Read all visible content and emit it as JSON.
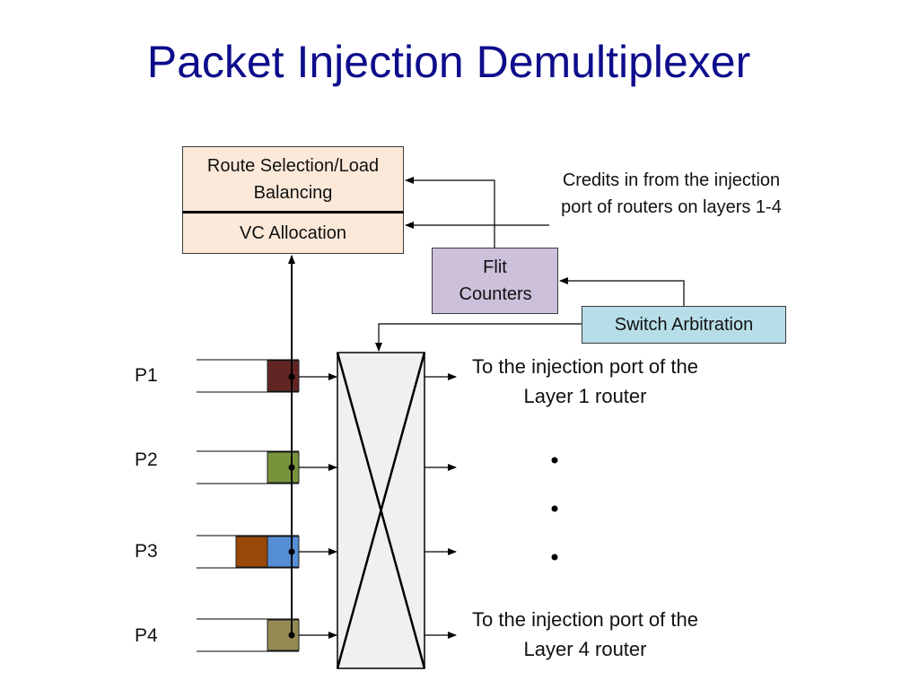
{
  "title": "Packet Injection Demultiplexer",
  "blocks": {
    "route_selection": "Route Selection/Load Balancing",
    "vc_allocation": "VC Allocation",
    "flit_counters": "Flit Counters",
    "switch_arbitration": "Switch Arbitration"
  },
  "credits_label": "Credits in from the injection port of routers on layers 1-4",
  "ports": [
    "P1",
    "P2",
    "P3",
    "P4"
  ],
  "destinations": {
    "layer1": "To the injection port of the Layer 1 router",
    "layer4": "To the injection port of the Layer 4 router"
  },
  "colors": {
    "title": "#0d0d8c",
    "route_box": "#fce9d9",
    "flit_box": "#ccc0da",
    "switch_box": "#b7dee8",
    "crossbar": "#f0f0f0",
    "p1_flit": "#632523",
    "p2_flit": "#77933c",
    "p3_flit_a": "#984807",
    "p3_flit_b": "#558ed5",
    "p4_flit": "#948a54"
  }
}
